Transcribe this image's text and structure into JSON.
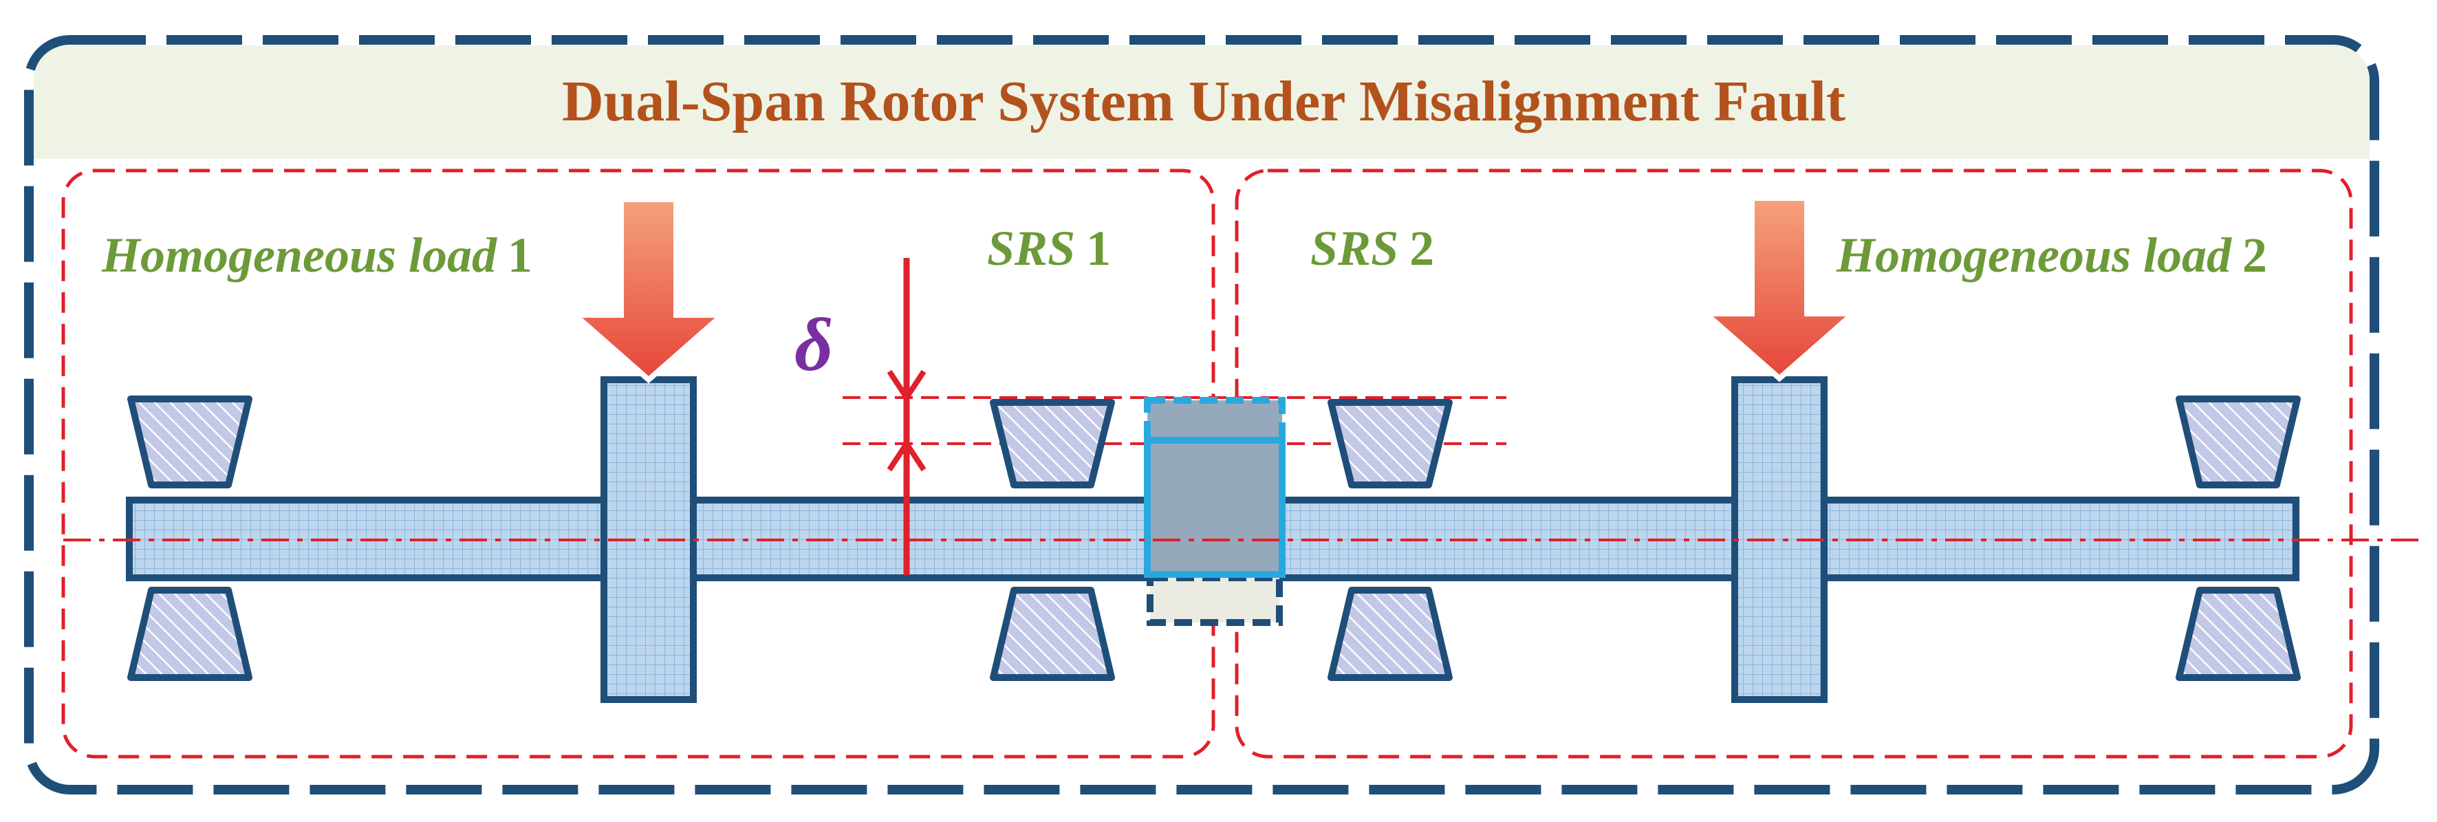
{
  "diagram": {
    "title": "Dual-Span Rotor System Under Misalignment Fault",
    "labels": {
      "load1_name": "Homogeneous load",
      "load1_num": "1",
      "srs1_name": "SRS",
      "srs1_num": "1",
      "srs2_name": "SRS",
      "srs2_num": "2",
      "load2_name": "Homogeneous load",
      "load2_num": "2",
      "delta": "δ"
    },
    "colors": {
      "title": "#b3521c",
      "label": "#6c9a38",
      "delta": "#7a2fa0",
      "frame": "#1f4e79",
      "span_border": "#e0202a",
      "shaft_fill": "#bcd6ee",
      "shaft_stroke": "#1f4e79",
      "coupling_stroke": "#29a8e0",
      "arrow_top": "#f4a27c",
      "arrow_bottom": "#e6453a",
      "title_band": "#eef3e6"
    }
  }
}
